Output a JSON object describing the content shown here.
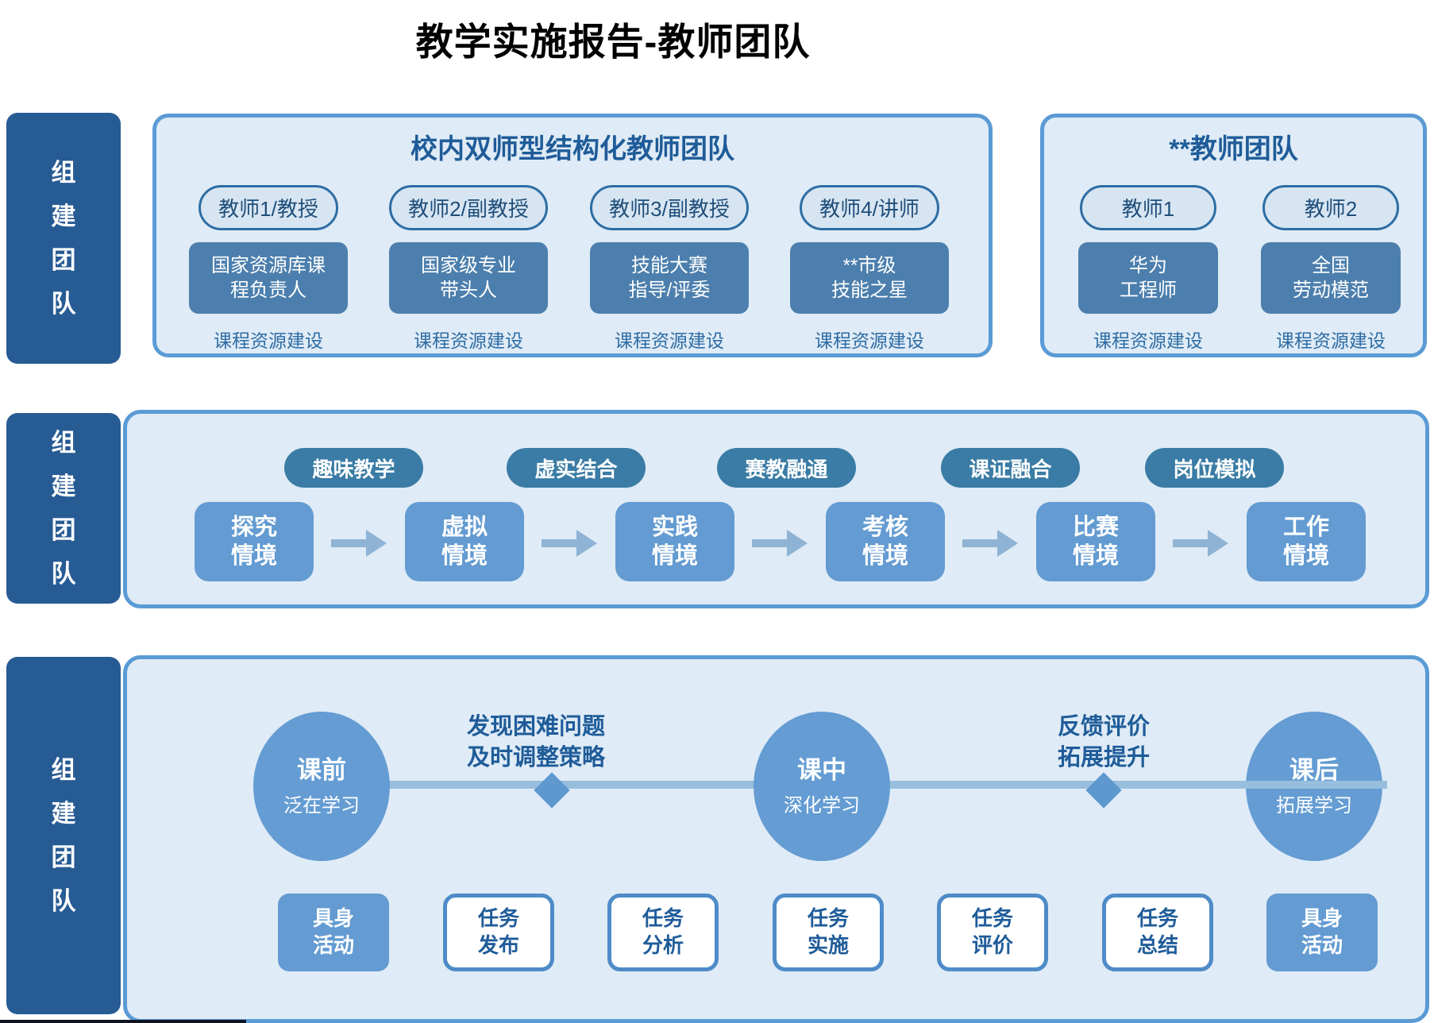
{
  "page": {
    "title": "教学实施报告-教师团队"
  },
  "sidebar": {
    "row1": "组建团队",
    "row2": "组建团队",
    "row3": "组建团队"
  },
  "team_internal": {
    "title": "校内双师型结构化教师团队",
    "members": [
      {
        "name": "教师1/教授",
        "role": "国家资源库课\n程负责人",
        "note": "课程资源建设"
      },
      {
        "name": "教师2/副教授",
        "role": "国家级专业\n带头人",
        "note": "课程资源建设"
      },
      {
        "name": "教师3/副教授",
        "role": "技能大赛\n指导/评委",
        "note": "课程资源建设"
      },
      {
        "name": "教师4/讲师",
        "role": "**市级\n技能之星",
        "note": "课程资源建设"
      }
    ]
  },
  "team_enterprise": {
    "title": "**教师团队",
    "members": [
      {
        "name": "教师1",
        "role": "华为\n工程师",
        "note": "课程资源建设"
      },
      {
        "name": "教师2",
        "role": "全国\n劳动模范",
        "note": "课程资源建设"
      }
    ]
  },
  "scenario_flow": {
    "badges": [
      "趣味教学",
      "虚实结合",
      "赛教融通",
      "课证融合",
      "岗位模拟"
    ],
    "steps": [
      "探究\n情境",
      "虚拟\n情境",
      "实践\n情境",
      "考核\n情境",
      "比赛\n情境",
      "工作\n情境"
    ]
  },
  "lesson_flow": {
    "stages": [
      {
        "title": "课前",
        "subtitle": "泛在学习"
      },
      {
        "title": "课中",
        "subtitle": "深化学习"
      },
      {
        "title": "课后",
        "subtitle": "拓展学习"
      }
    ],
    "annotations": [
      "发现困难问题\n及时调整策略",
      "反馈评价\n拓展提升"
    ],
    "tasks": [
      "具身\n活动",
      "任务\n发布",
      "任务\n分析",
      "任务\n实施",
      "任务\n评价",
      "任务\n总结",
      "具身\n活动"
    ]
  },
  "colors": {
    "sidebar": "#275B94",
    "panel_border": "#5B9BD5",
    "badge": "#3A7CA5",
    "step": "#639BD2",
    "heading": "#1F5C99"
  }
}
